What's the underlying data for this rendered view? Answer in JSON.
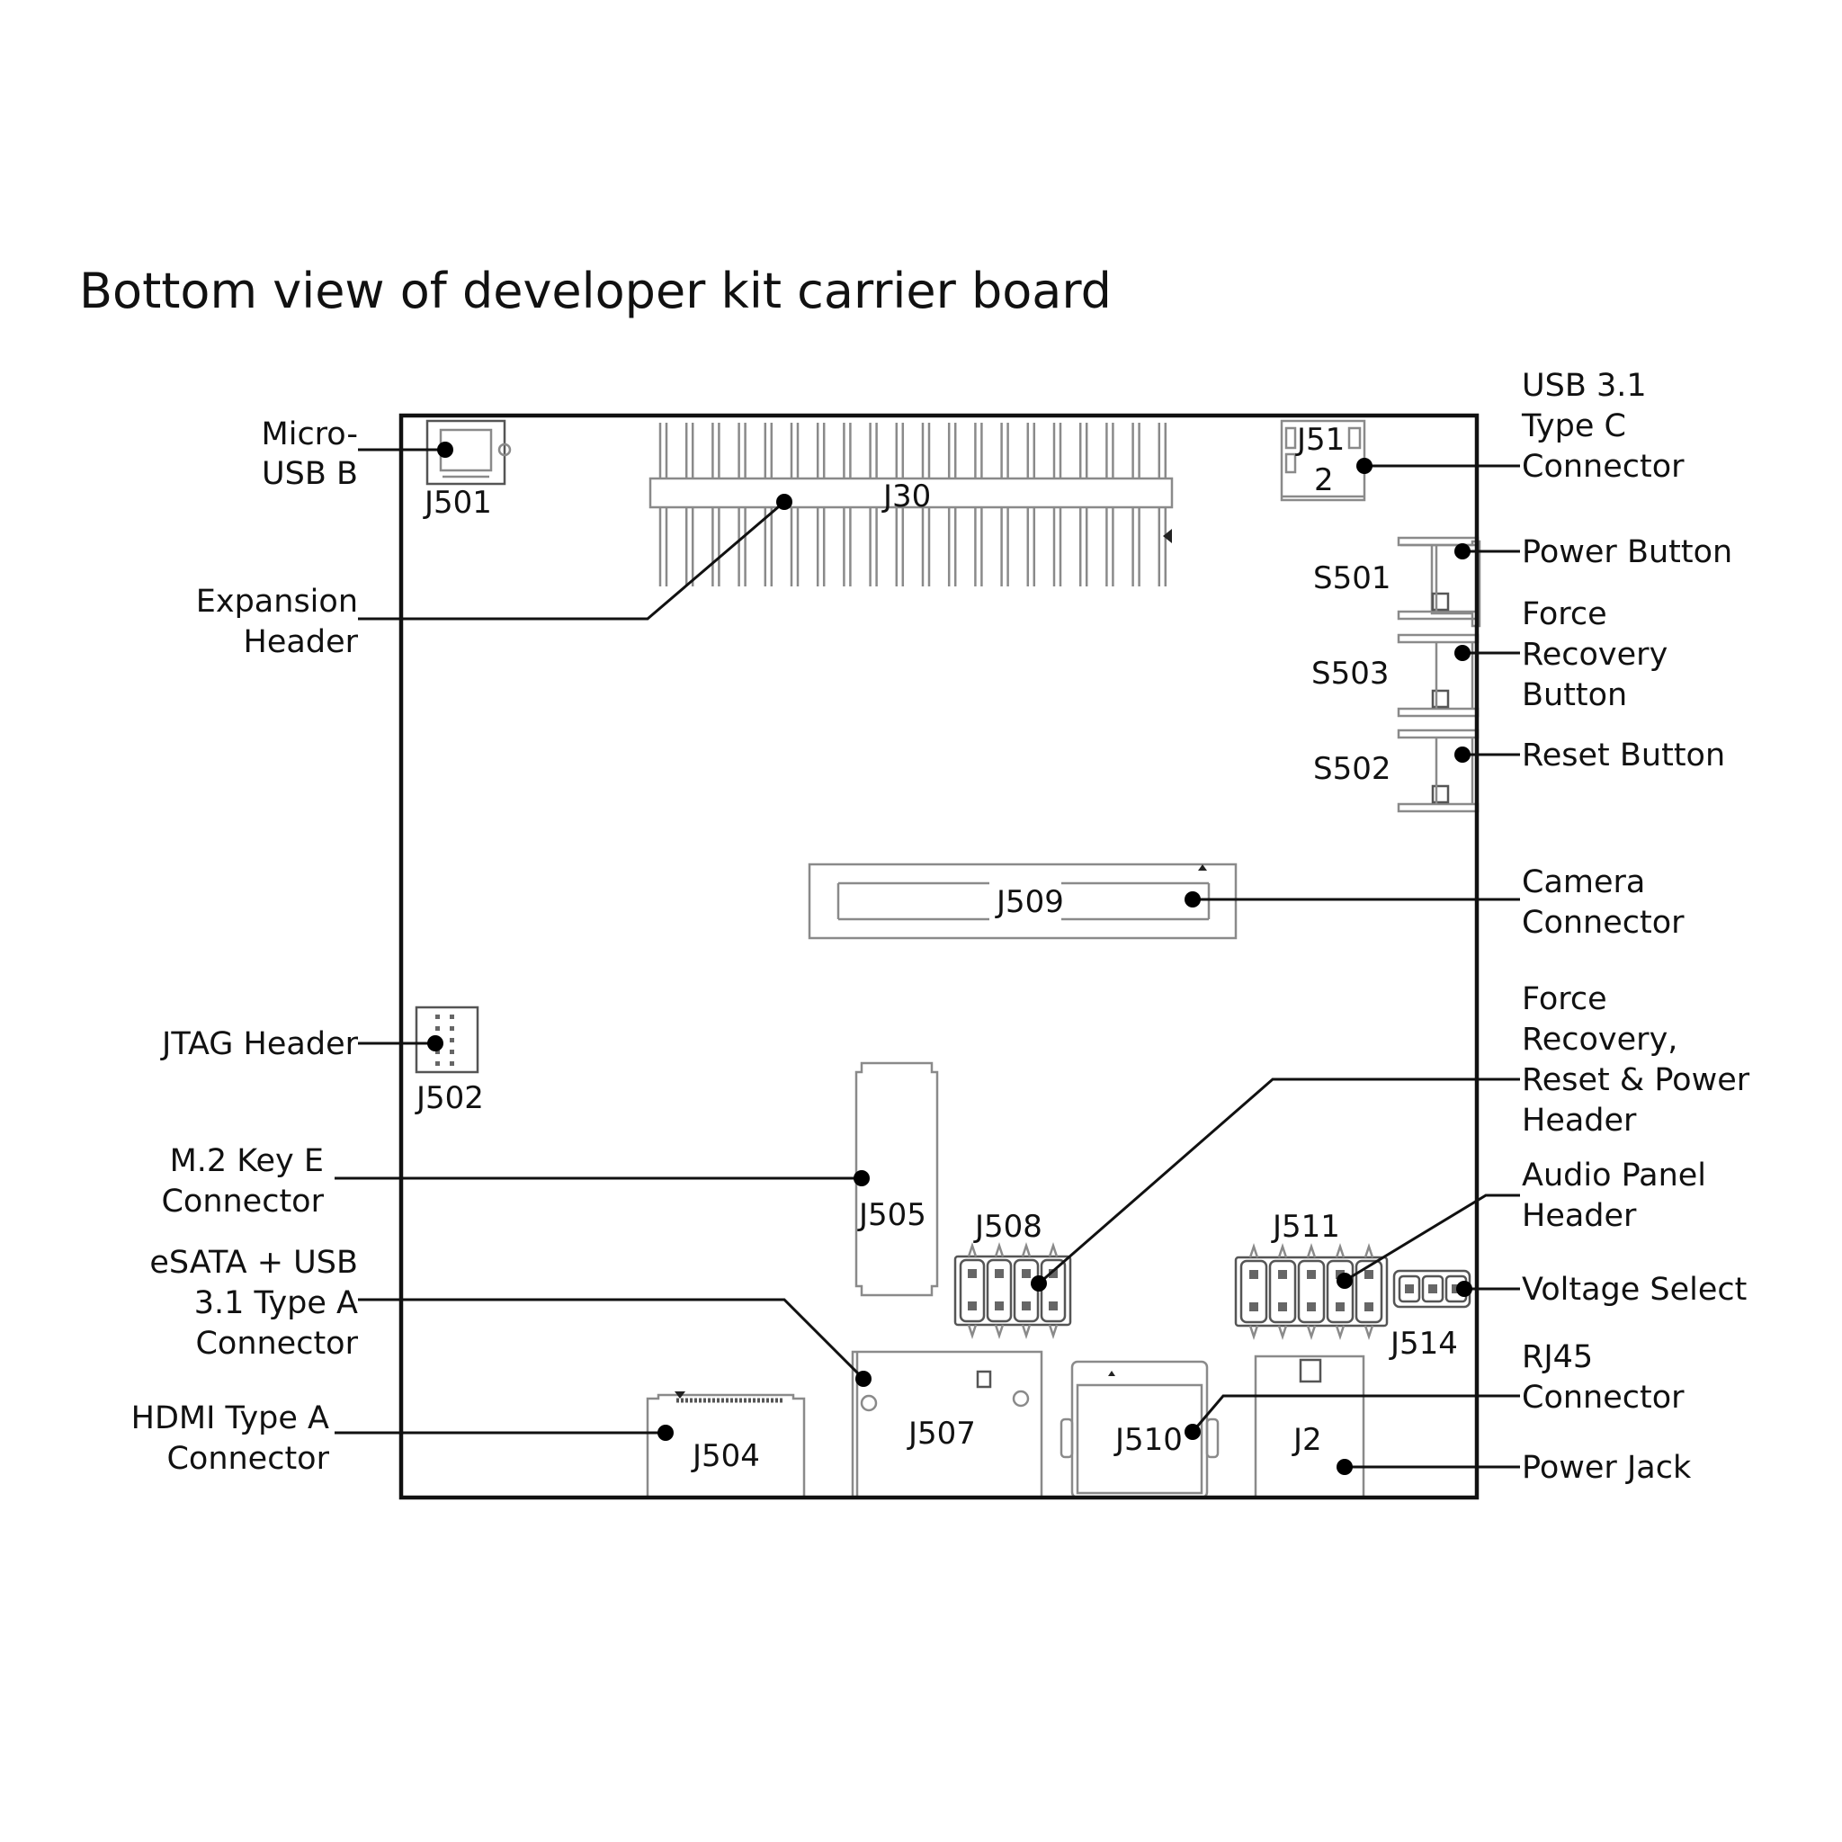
{
  "title": "Bottom view of developer kit carrier board",
  "colors": {
    "line": "#111111",
    "component_outline": "#8a8a8a",
    "background": "#ffffff"
  },
  "components": {
    "J501": "J501",
    "J30": "J30",
    "J512_line1": "J51",
    "J512_line2": "2",
    "S501": "S501",
    "S503": "S503",
    "S502": "S502",
    "J509": "J509",
    "J502": "J502",
    "J505": "J505",
    "J508": "J508",
    "J511": "J511",
    "J514": "J514",
    "J504": "J504",
    "J507": "J507",
    "J510": "J510",
    "J2": "J2"
  },
  "callouts": {
    "micro_usb": [
      "Micro-",
      "USB B"
    ],
    "expansion_header": [
      "Expansion",
      "Header"
    ],
    "jtag_header": [
      "JTAG Header"
    ],
    "m2_key_e": [
      "M.2 Key E",
      "Connector"
    ],
    "esata_usb": [
      "eSATA + USB",
      "3.1 Type A",
      "Connector"
    ],
    "hdmi": [
      "HDMI Type A",
      "Connector"
    ],
    "usb_type_c": [
      "USB 3.1",
      "Type C",
      "Connector"
    ],
    "power_button": [
      "Power Button"
    ],
    "force_recovery_button": [
      "Force",
      "Recovery",
      "Button"
    ],
    "reset_button": [
      "Reset Button"
    ],
    "camera_connector": [
      "Camera",
      "Connector"
    ],
    "fr_reset_power_header": [
      "Force",
      "Recovery,",
      "Reset & Power",
      "Header"
    ],
    "audio_panel_header": [
      "Audio Panel",
      "Header"
    ],
    "voltage_select": [
      "Voltage Select"
    ],
    "rj45": [
      "RJ45",
      "Connector"
    ],
    "power_jack": [
      "Power Jack"
    ]
  }
}
